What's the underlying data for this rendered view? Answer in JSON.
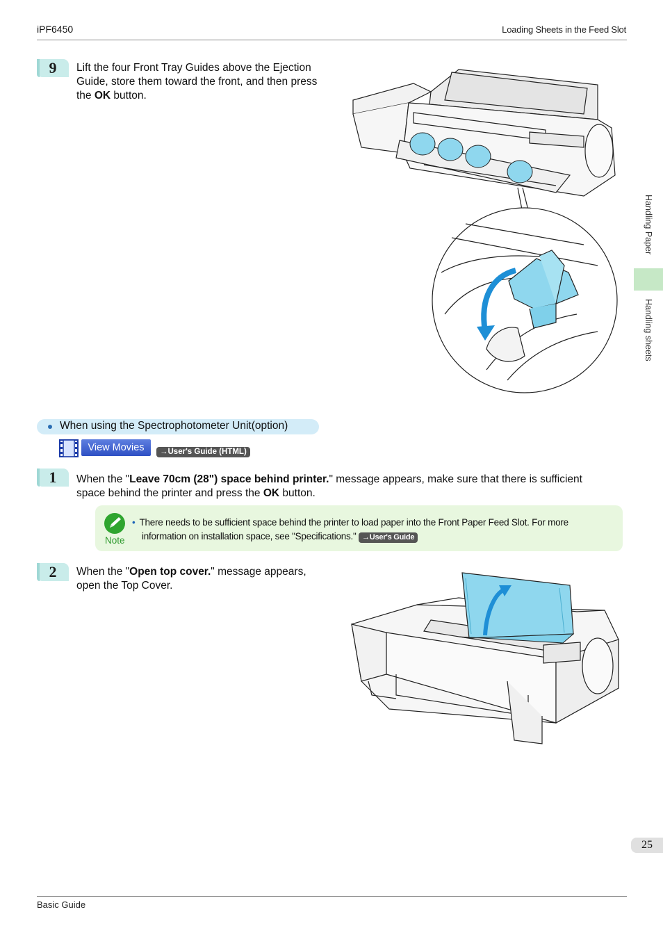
{
  "header": {
    "model": "iPF6450",
    "section": "Loading Sheets in the Feed Slot"
  },
  "side_tabs": [
    "Handling Paper",
    "Handling sheets"
  ],
  "step9": {
    "number": "9",
    "line1": "Lift the four Front Tray Guides above the Ejection",
    "line2": "Guide, store them toward the front, and then press",
    "line3_pre": "the ",
    "line3_bold": "OK",
    "line3_post": " button."
  },
  "option_heading": "When using the Spectrophotometer Unit(option)",
  "movie": {
    "button": "View Movies",
    "link": "→User's Guide (HTML)"
  },
  "step1": {
    "number": "1",
    "line1_pre": "When the \"",
    "line1_bold": "Leave 70cm (28\") space behind printer.",
    "line1_post": "\" message appears, make sure that there is sufficient",
    "line2_pre": "space behind the printer and press the ",
    "line2_bold": "OK",
    "line2_post": " button."
  },
  "note": {
    "label": "Note",
    "line1": "There needs to be sufficient space behind the printer to load paper into the Front Paper Feed Slot. For more",
    "line2": "information on installation space, see \"Specifications.\"",
    "link": "→User's Guide"
  },
  "step2": {
    "number": "2",
    "line1_pre": "When the \"",
    "line1_bold": "Open top cover.",
    "line1_post": "\" message appears,",
    "line2": "open the Top Cover."
  },
  "page_number": "25",
  "footer": "Basic Guide",
  "colors": {
    "step_bg": "#c9ecea",
    "highlight_blue": "#7fd0ea",
    "arrow_blue": "#1e8fd6",
    "note_bg": "#e8f7df",
    "tab_green": "#c6e8c6"
  }
}
